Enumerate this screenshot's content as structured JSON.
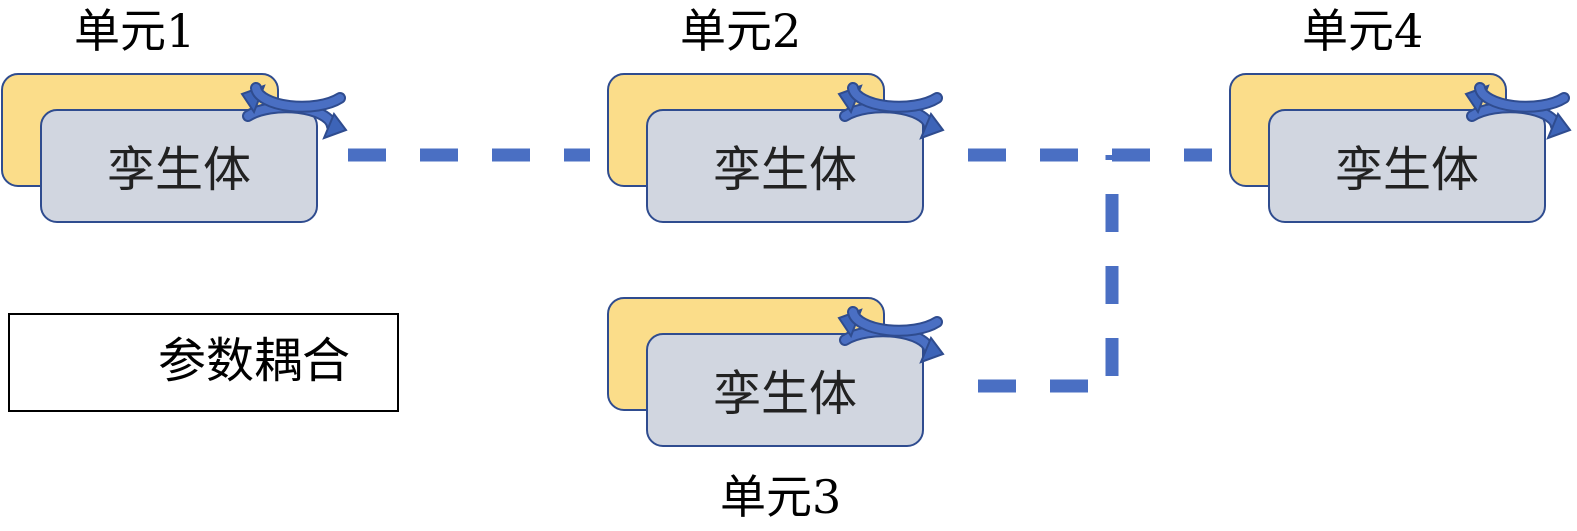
{
  "units": [
    {
      "label": "单元1",
      "twin_label": "孪生体"
    },
    {
      "label": "单元2",
      "twin_label": "孪生体"
    },
    {
      "label": "单元3",
      "twin_label": "孪生体"
    },
    {
      "label": "单元4",
      "twin_label": "孪生体"
    }
  ],
  "legend": {
    "label": "参数耦合"
  },
  "colors": {
    "back_card": "#FBDD8A",
    "front_card": "#D1D6E0",
    "border": "#2F4C8F",
    "coupling": "#4A6FC3",
    "arrow": "#3D64B8"
  },
  "icons": [
    "cycle-arrows-icon"
  ],
  "connections": [
    {
      "from": "单元1",
      "to": "单元2",
      "style": "dashed"
    },
    {
      "from": "单元2",
      "to": "单元4",
      "style": "dashed"
    },
    {
      "from": "单元3",
      "to": "单元2",
      "style": "dashed"
    }
  ]
}
